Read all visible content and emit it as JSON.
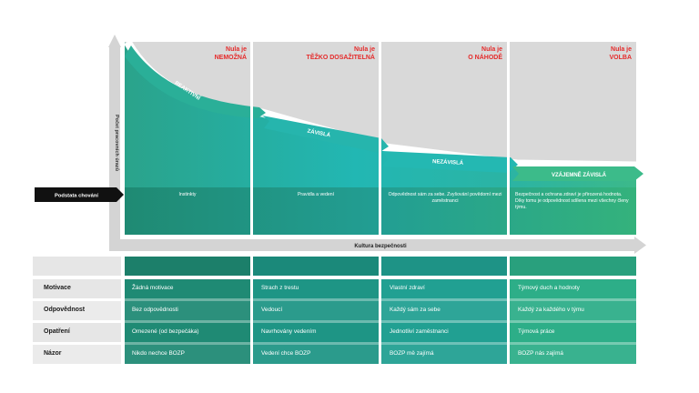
{
  "y_axis_label": "Počet pracovních úrazů",
  "x_axis_label": "Kultura bezpečnosti",
  "behavior_label": "Podstata chování",
  "columns": [
    {
      "title_small": "Nula je",
      "title_big": "NEMOŽNÁ",
      "stage": "REAKTIVNÍ",
      "behavior": "Instinkty"
    },
    {
      "title_small": "Nula je",
      "title_big": "TĚŽKO DOSAŽITELNÁ",
      "stage": "ZÁVISLÁ",
      "behavior": "Pravidla a vedení"
    },
    {
      "title_small": "Nula je",
      "title_big": "O NÁHODĚ",
      "stage": "NEZÁVISLÁ",
      "behavior": "Odpovědnost sám za sebe. Zvyšování povědomí mezi zaměstnanci"
    },
    {
      "title_small": "Nula je",
      "title_big": "VOLBA",
      "stage": "VZÁJEMNĚ ZÁVISLÁ",
      "behavior": "Bezpečnost a ochrana zdraví je přirozená hodnota. Díky tomu je odpovědnost sdílena mezi všechny členy týmu."
    }
  ],
  "rows": [
    {
      "label": "Motivace",
      "cells": [
        "Žádná motivace",
        "Strach z trestu",
        "Vlastní zdraví",
        "Týmový duch a hodnoty"
      ]
    },
    {
      "label": "Odpovědnost",
      "cells": [
        "Bez odpovědnosti",
        "Vedoucí",
        "Každý sám za sebe",
        "Každý za každého v týmu"
      ]
    },
    {
      "label": "Opatření",
      "cells": [
        "Omezené (od bezpečáka)",
        "Navrhovány vedením",
        "Jednotliví zaměstnanci",
        "Týmová práce"
      ]
    },
    {
      "label": "Názor",
      "cells": [
        "Nikdo nechce BOZP",
        "Vedení chce BOZP",
        "BOZP mě zajímá",
        "BOZP nás zajímá"
      ]
    }
  ],
  "colors": {
    "red": "#e52a2a",
    "gray": "#d9d9d9",
    "teal_dark": "#1f8f84",
    "teal_light": "#24b9b2",
    "green_right": "#37b27c"
  }
}
